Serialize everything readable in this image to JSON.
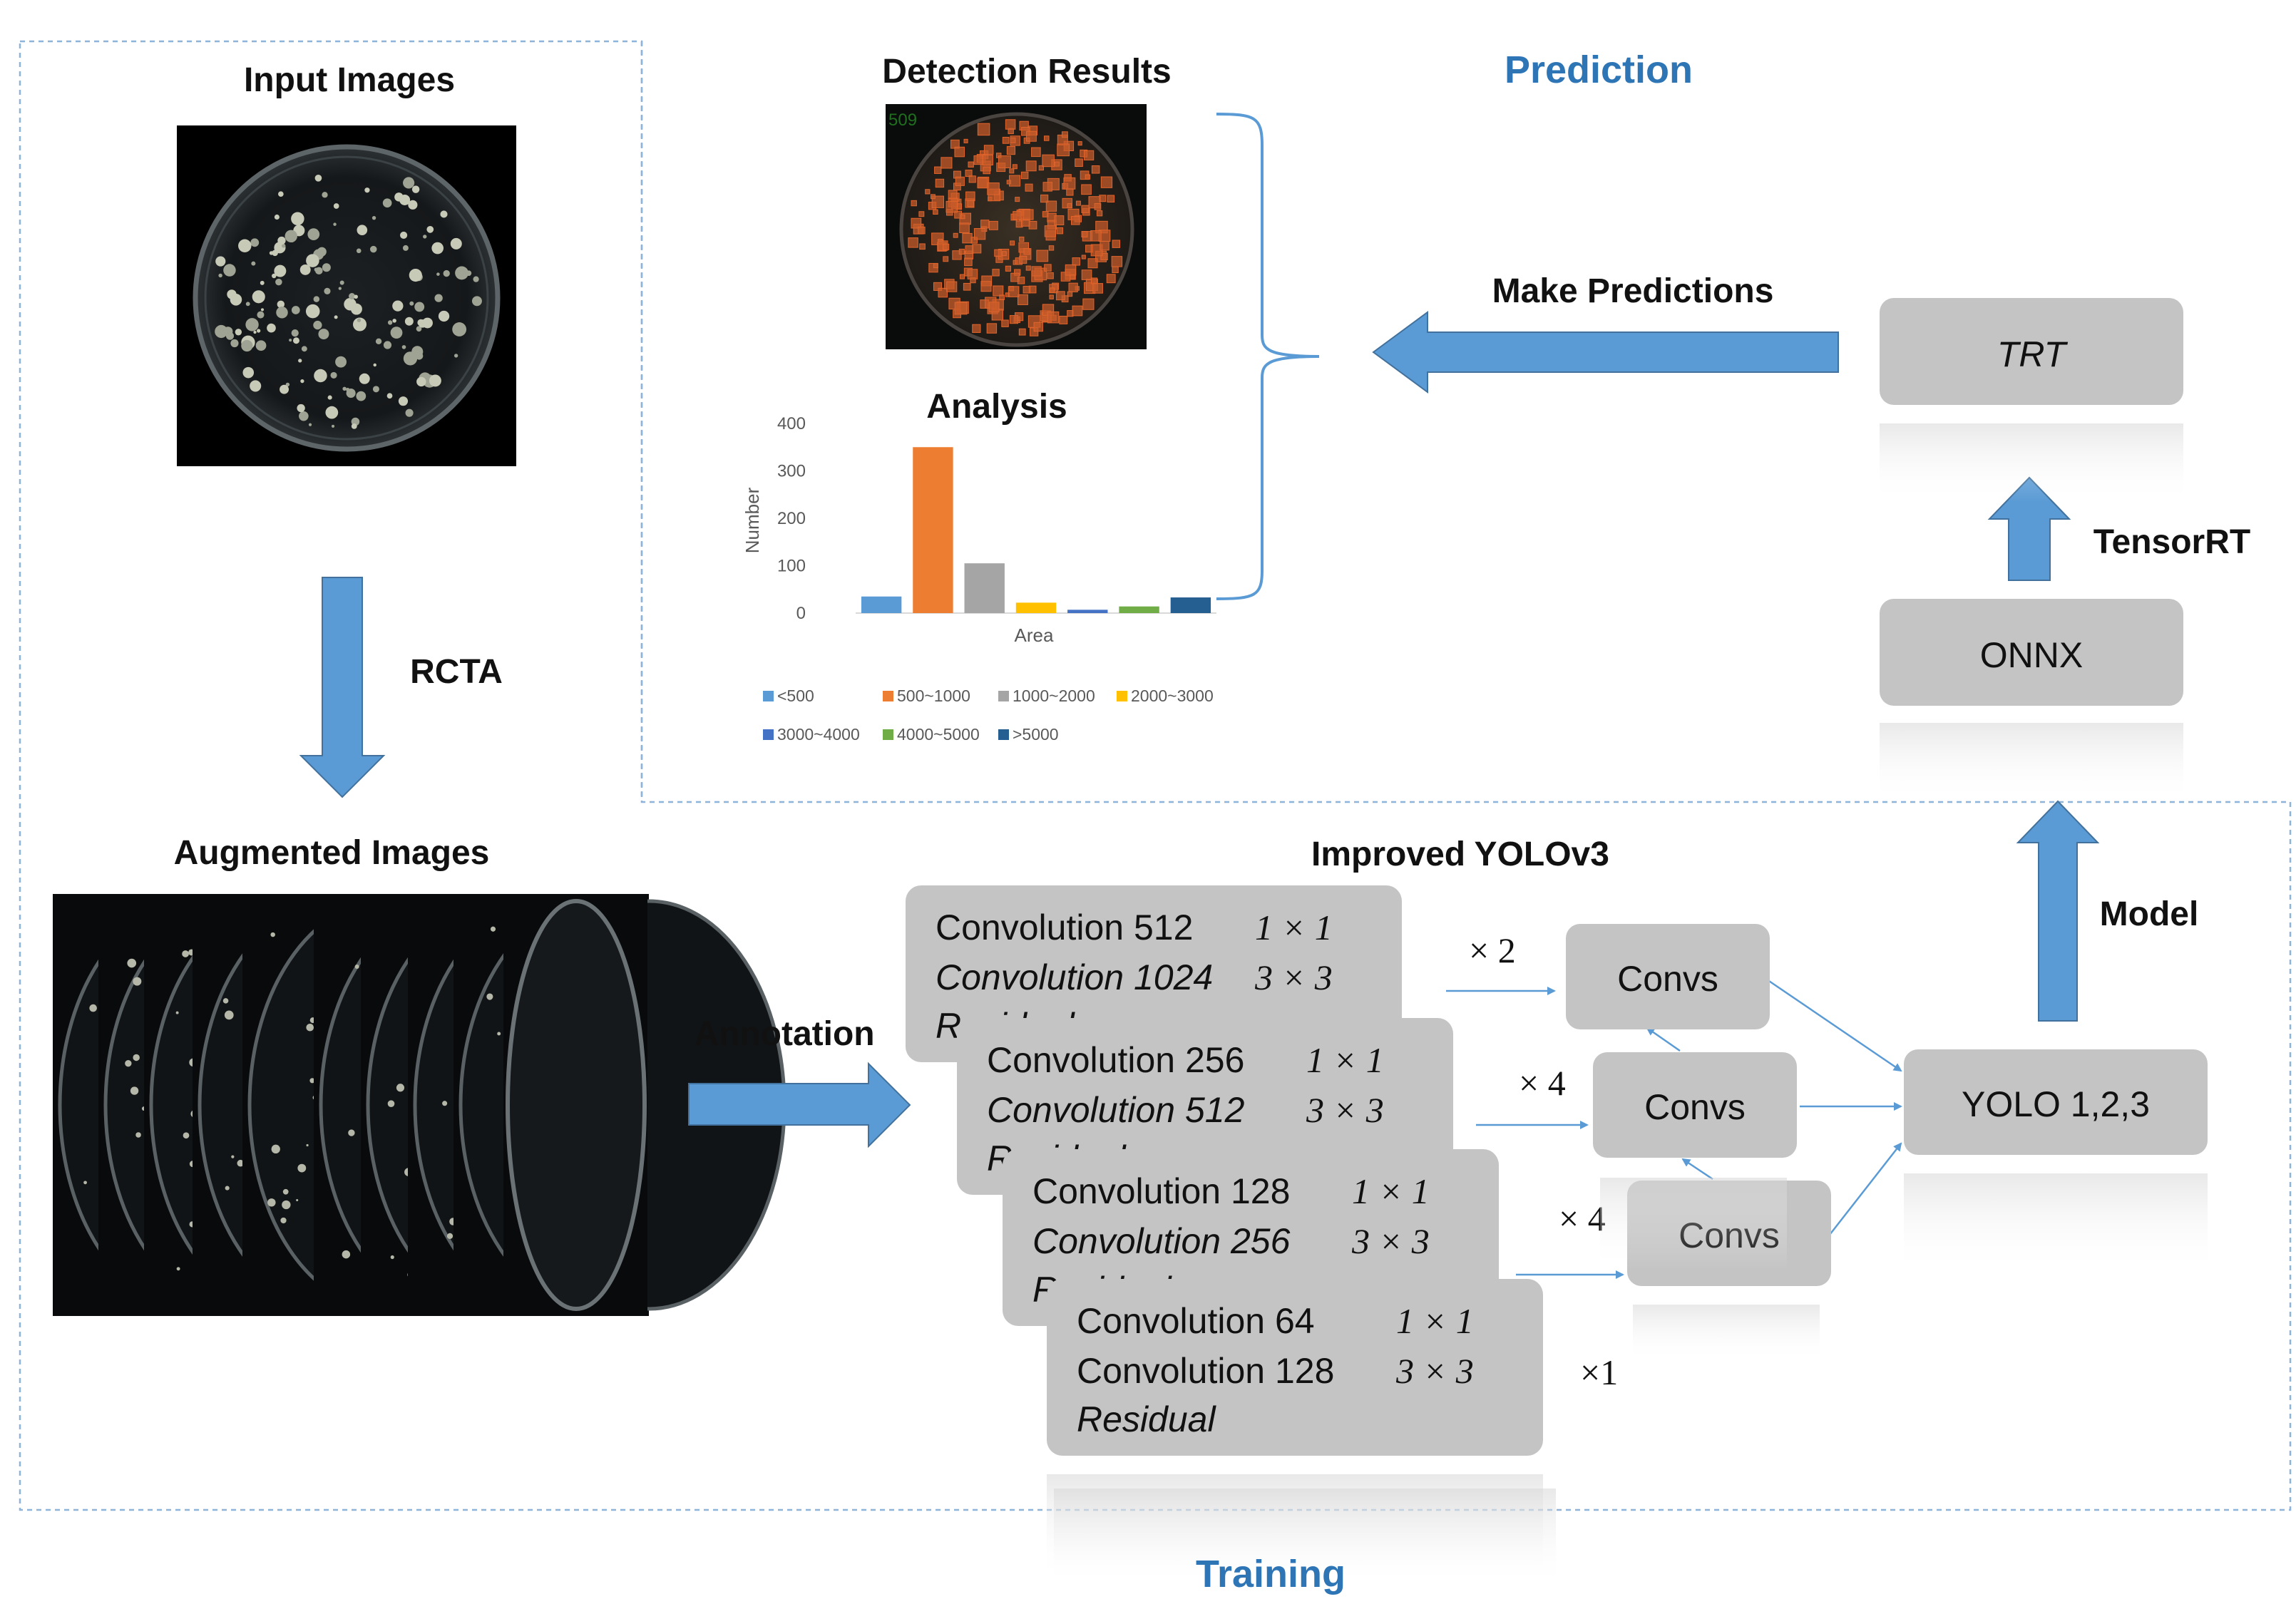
{
  "labels": {
    "input_images": "Input Images",
    "detection_results": "Detection Results",
    "prediction": "Prediction",
    "make_predictions": "Make Predictions",
    "analysis": "Analysis",
    "rcta": "RCTA",
    "augmented_images": "Augmented Images",
    "annotation": "Annotation",
    "improved_yolov3": "Improved YOLOv3",
    "tensorrt": "TensorRT",
    "model": "Model",
    "training": "Training",
    "colony_count": "509"
  },
  "deploy": {
    "trt": "TRT",
    "onnx": "ONNX",
    "yolo": "YOLO 1,2,3"
  },
  "convs_label": "Convs",
  "blocks": [
    {
      "line1": "Convolution  512",
      "k1": "1 × 1",
      "line2": "Convolution  1024",
      "k2": "3 × 3",
      "line3": "Residual",
      "mult": "× 2"
    },
    {
      "line1": "Convolution  256",
      "k1": "1 × 1",
      "line2": "Convolution  512",
      "k2": "3 × 3",
      "line3": "Residual",
      "mult": "× 4"
    },
    {
      "line1": "Convolution  128",
      "k1": "1 × 1",
      "line2": "Convolution  256",
      "k2": "3 × 3",
      "line3": "Residual",
      "mult": "× 4"
    },
    {
      "line1": "Convolution  64",
      "k1": "1 × 1",
      "line2": "Convolution  128",
      "k2": "3 × 3",
      "line3": "Residual",
      "mult": "×1"
    }
  ],
  "colors": {
    "blue_arrow": "#5b9bd5",
    "box_gray": "#c4c4c4",
    "heading_blue": "#2e75b6",
    "dashed_border": "#8fb4d9"
  },
  "chart_data": {
    "type": "bar",
    "xlabel": "Area",
    "ylabel": "Number",
    "ylim": [
      0,
      400
    ],
    "yticks": [
      0,
      100,
      200,
      300,
      400
    ],
    "categories": [
      "<500",
      "500~1000",
      "1000~2000",
      "2000~3000",
      "3000~4000",
      "4000~5000",
      ">5000"
    ],
    "values": [
      35,
      350,
      105,
      22,
      7,
      14,
      33
    ],
    "colors": [
      "#5b9bd5",
      "#ed7d31",
      "#a5a5a5",
      "#ffc000",
      "#4472c4",
      "#70ad47",
      "#255e91"
    ],
    "legend": "bottom"
  }
}
